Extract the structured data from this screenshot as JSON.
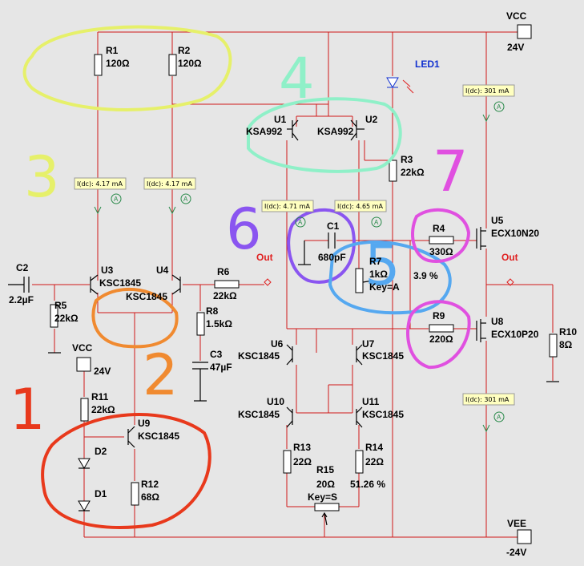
{
  "supplies": {
    "vcc_top": {
      "name": "VCC",
      "value": "24V"
    },
    "vcc_left": {
      "name": "VCC",
      "value": "24V"
    },
    "vee": {
      "name": "VEE",
      "value": "-24V"
    }
  },
  "components": {
    "r1": {
      "name": "R1",
      "value": "120Ω"
    },
    "r2": {
      "name": "R2",
      "value": "120Ω"
    },
    "r3": {
      "name": "R3",
      "value": "22kΩ"
    },
    "r4": {
      "name": "R4",
      "value": "330Ω"
    },
    "r5": {
      "name": "R5",
      "value": "22kΩ"
    },
    "r6": {
      "name": "R6",
      "value": "22kΩ"
    },
    "r7": {
      "name": "R7",
      "value": "1kΩ",
      "key": "Key=A",
      "pct": "3.9 %"
    },
    "r8": {
      "name": "R8",
      "value": "1.5kΩ"
    },
    "r9": {
      "name": "R9",
      "value": "220Ω"
    },
    "r10": {
      "name": "R10",
      "value": "8Ω"
    },
    "r11": {
      "name": "R11",
      "value": "22kΩ"
    },
    "r12": {
      "name": "R12",
      "value": "68Ω"
    },
    "r13": {
      "name": "R13",
      "value": "22Ω"
    },
    "r14": {
      "name": "R14",
      "value": "22Ω"
    },
    "r15": {
      "name": "R15",
      "value": "20Ω",
      "key": "Key=S",
      "pct": "51.26 %"
    },
    "c1": {
      "name": "C1",
      "value": "680pF"
    },
    "c2": {
      "name": "C2",
      "value": "2.2µF"
    },
    "c3": {
      "name": "C3",
      "value": "47µF"
    },
    "u1": {
      "name": "U1",
      "part": "KSA992"
    },
    "u2": {
      "name": "U2",
      "part": "KSA992"
    },
    "u3": {
      "name": "U3",
      "part": "KSC1845"
    },
    "u4": {
      "name": "U4",
      "part": "KSC1845"
    },
    "u5": {
      "name": "U5",
      "part": "ECX10N20"
    },
    "u6": {
      "name": "U6",
      "part": "KSC1845"
    },
    "u7": {
      "name": "U7",
      "part": "KSC1845"
    },
    "u8": {
      "name": "U8",
      "part": "ECX10P20"
    },
    "u9": {
      "name": "U9",
      "part": "KSC1845"
    },
    "u10": {
      "name": "U10",
      "part": "KSC1845"
    },
    "u11": {
      "name": "U11",
      "part": "KSC1845"
    },
    "d1": {
      "name": "D1"
    },
    "d2": {
      "name": "D2"
    },
    "led1": {
      "name": "LED1"
    }
  },
  "probes": {
    "p1": "I(dc): 4.17 mA",
    "p2": "I(dc): 4.17 mA",
    "p3": "I(dc): 4.71 mA",
    "p4": "I(dc): 4.65 mA",
    "p5": "I(dc): 301 mA",
    "p6": "I(dc): 301 mA",
    "probe_marker": "A"
  },
  "nets": {
    "out1": "Out",
    "out2": "Out"
  },
  "handwritten": {
    "n1": "1",
    "n2": "2",
    "n3": "3",
    "n4": "4",
    "n5": "5",
    "n6": "6",
    "n7": "7",
    "colors": {
      "n1": "#e8391c",
      "n2": "#f08a30",
      "n3": "#e6f06a",
      "n4": "#8ff0c8",
      "n5": "#55a8f0",
      "n6": "#8a55f0",
      "n7": "#e050e0"
    }
  }
}
